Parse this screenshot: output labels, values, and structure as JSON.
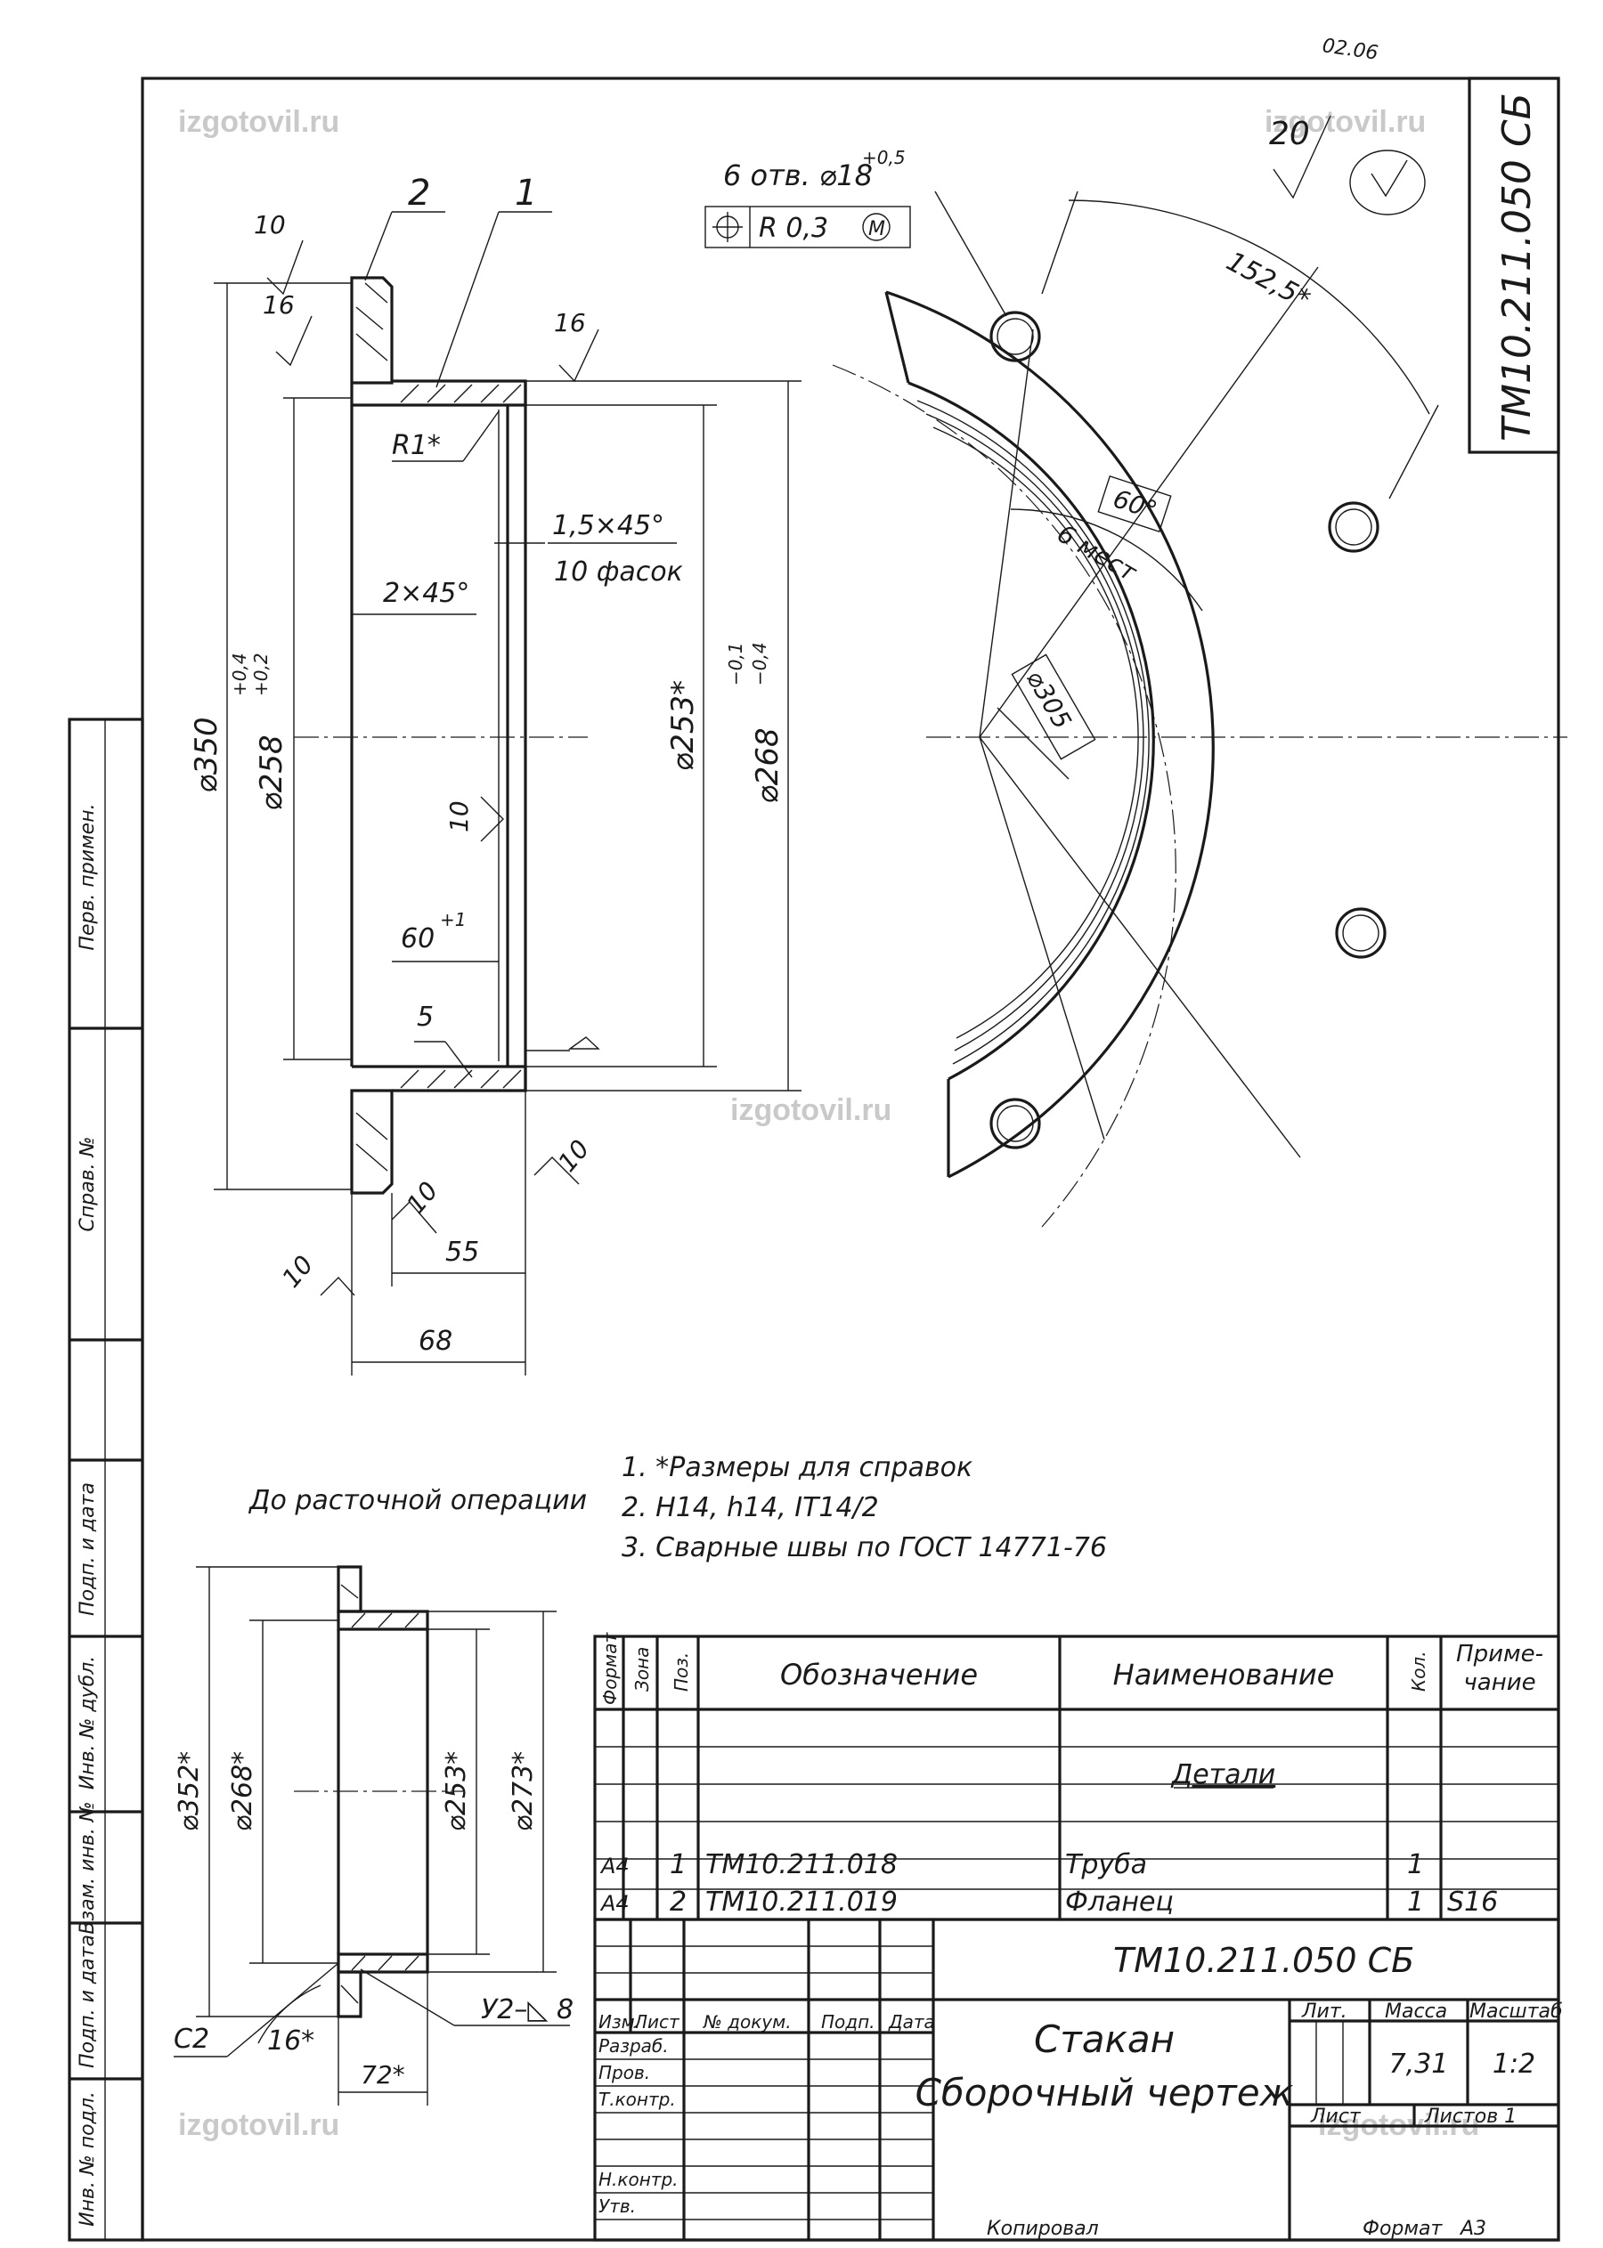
{
  "corner_note": "02.06",
  "stamp_code_vertical": "ТМ10.211.050 СБ",
  "roughness": {
    "value": "20",
    "rest": "(✓)"
  },
  "holes_callout": "6 отв. ⌀18",
  "holes_tol": "+0,5",
  "position_tol": {
    "value": "R 0,3",
    "modifier": "M"
  },
  "watermark": "izgotovil.ru",
  "balloons": [
    "2",
    "1"
  ],
  "dims_main": {
    "rough_10_top": "10",
    "rough_16_a": "16",
    "rough_16_b": "16",
    "radius": "R1*",
    "chamfer_1": "1,5×45°",
    "chamfer_1_note": "10 фасок",
    "chamfer_2": "2×45°",
    "d350": "⌀350",
    "d258": "⌀258",
    "d258_tol_up": "+0,4",
    "d258_tol_dn": "+0,2",
    "d253": "⌀253*",
    "d268": "⌀268",
    "d268_tol_up": "−0,1",
    "d268_tol_dn": "−0,4",
    "rough_10_mid": "10",
    "len60": "60",
    "len60_tol": "+1",
    "weld_5": "5",
    "rough_10_r": "10",
    "rough_10_b1": "10",
    "rough_10_b2": "10",
    "len55": "55",
    "len68": "68"
  },
  "dims_flange": {
    "arc": "152,5*",
    "angle": "60°",
    "angle_note": "6 мест",
    "d305": "⌀305"
  },
  "pre_op_title": "До расточной операции",
  "notes": [
    "1.  *Размеры для справок",
    "2.  H14, h14, IT14/2",
    "3.  Сварные швы по ГОСТ 14771-76"
  ],
  "dims_preop": {
    "d352": "⌀352*",
    "d268": "⌀268*",
    "d253": "⌀253*",
    "d273": "⌀273*",
    "c2": "C2",
    "a16": "16*",
    "len72": "72*",
    "weld": "У2–◺ 8"
  },
  "side_strip": [
    "Перв. примен.",
    "Справ. №",
    "Подп. и дата",
    "Инв. № дубл.",
    "Взам. инв. №",
    "Подп. и дата",
    "Инв. № подл."
  ],
  "spec_headers": {
    "format": "Формат",
    "zone": "Зона",
    "pos": "Поз.",
    "designation": "Обозначение",
    "name": "Наименование",
    "qty": "Кол.",
    "note": "Приме-чание"
  },
  "spec_section": "Детали",
  "spec_rows": [
    {
      "format": "А4",
      "pos": "1",
      "designation": "ТМ10.211.018",
      "name": "Труба",
      "qty": "1",
      "note": ""
    },
    {
      "format": "А4",
      "pos": "2",
      "designation": "ТМ10.211.019",
      "name": "Фланец",
      "qty": "1",
      "note": "S16"
    }
  ],
  "title_block": {
    "doc_code": "ТМ10.211.050 СБ",
    "title_1": "Стакан",
    "title_2": "Сборочный чертеж",
    "col_headers": [
      "Изм.",
      "Лист",
      "№ докум.",
      "Подп.",
      "Дата"
    ],
    "row_labels": [
      "Разраб.",
      "Пров.",
      "Т.контр.",
      "",
      "Н.контр.",
      "Утв."
    ],
    "lit": "Лит.",
    "mass_label": "Масса",
    "scale_label": "Масштаб",
    "mass": "7,31",
    "scale": "1:2",
    "sheet": "Лист",
    "sheets": "Листов 1"
  },
  "footer": {
    "copied": "Копировал",
    "format": "Формат",
    "format_value": "А3"
  }
}
